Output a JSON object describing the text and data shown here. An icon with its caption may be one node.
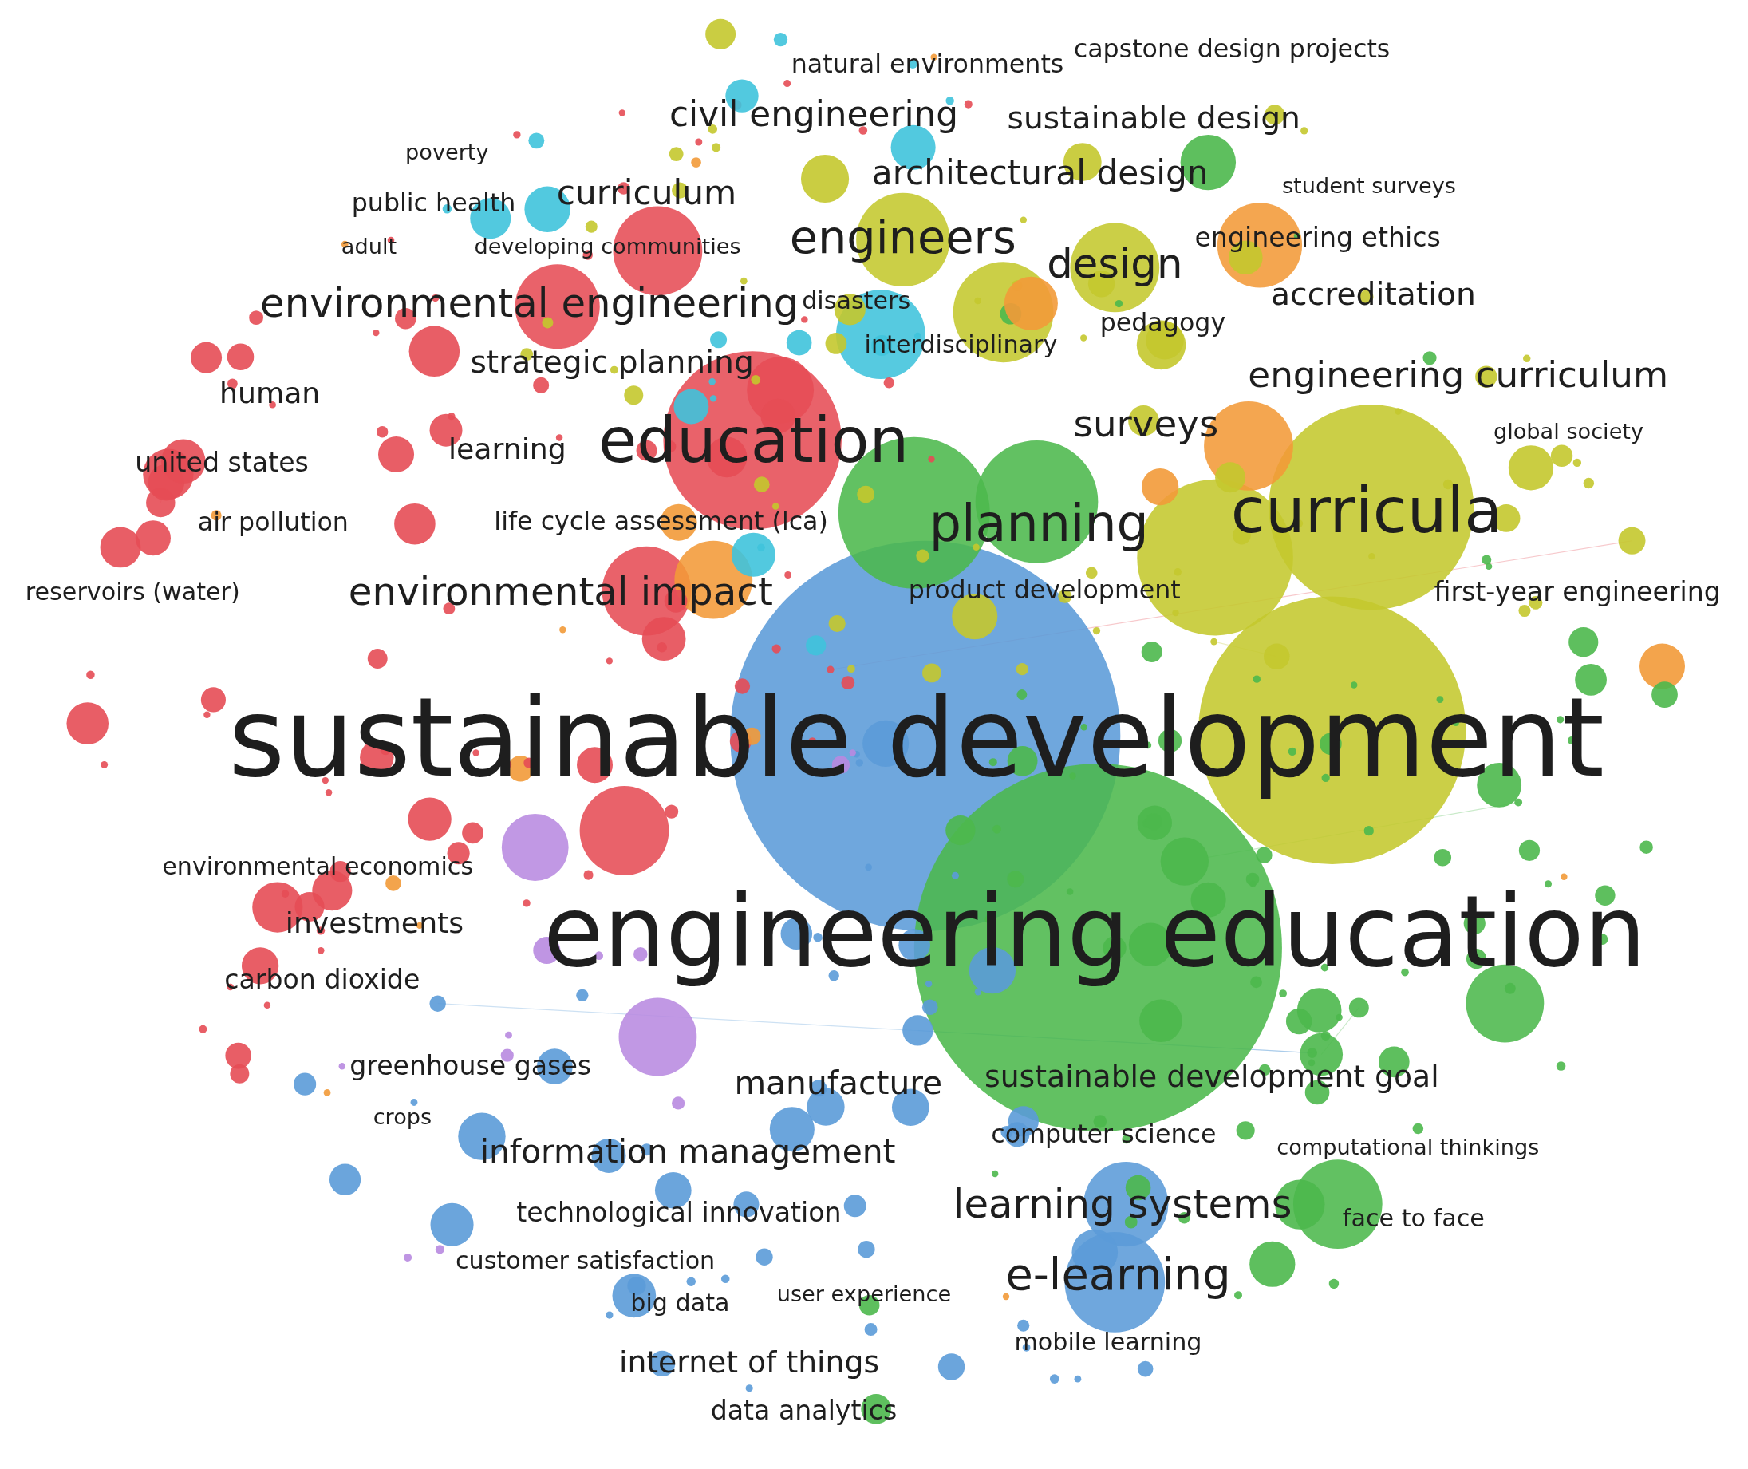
{
  "diagram": {
    "labels": [
      "natural environments",
      "capstone design projects",
      "civil engineering",
      "sustainable design",
      "poverty",
      "architectural design",
      "student surveys",
      "public health",
      "curriculum",
      "adult",
      "developing communities",
      "engineers",
      "design",
      "engineering ethics",
      "environmental engineering",
      "disasters",
      "accreditation",
      "pedagogy",
      "interdisciplinary",
      "strategic planning",
      "engineering curriculum",
      "human",
      "surveys",
      "education",
      "learning",
      "global society",
      "united states",
      "air pollution",
      "life cycle assessment (lca)",
      "planning",
      "curricula",
      "reservoirs (water)",
      "environmental impact",
      "product development",
      "first-year engineering",
      "sustainable development",
      "environmental economics",
      "investments",
      "engineering education",
      "carbon dioxide",
      "greenhouse gases",
      "manufacture",
      "sustainable development goal",
      "crops",
      "computer science",
      "information management",
      "computational thinkings",
      "learning systems",
      "technological innovation",
      "face to face",
      "customer satisfaction",
      "e-learning",
      "big data",
      "user experience",
      "mobile learning",
      "internet of things",
      "data analytics"
    ]
  }
}
